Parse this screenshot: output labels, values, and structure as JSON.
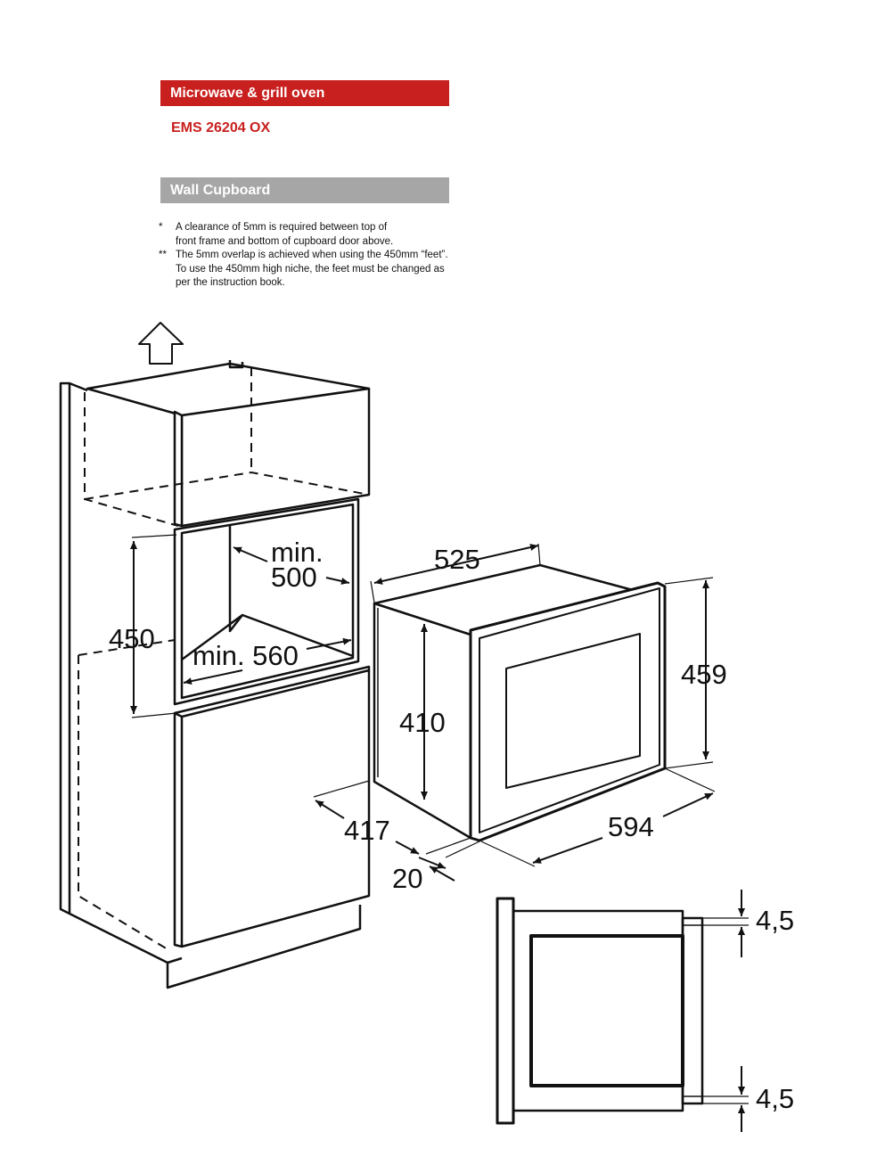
{
  "header": {
    "title": "Microwave & grill oven",
    "model": "EMS 26204 OX",
    "section": "Wall Cupboard"
  },
  "notes": [
    {
      "mark": "*",
      "lines": [
        "A clearance of 5mm is required between top of",
        "front frame and bottom of cupboard door above."
      ]
    },
    {
      "mark": "**",
      "lines": [
        "The 5mm overlap is achieved when using the 450mm “feet”.",
        "To use the 450mm high niche, the feet must be changed as",
        "per the instruction book."
      ]
    }
  ],
  "dimensions": {
    "niche_height": "450",
    "niche_depth": "min. 500",
    "niche_depth_line1": "min.",
    "niche_depth_line2": "500",
    "niche_width": "min. 560",
    "cabinet_depth": "417",
    "frame_offset": "20",
    "oven_depth": "525",
    "oven_body_height": "410",
    "oven_frame_height": "459",
    "oven_width": "594",
    "overlap_top": "4,5",
    "overlap_bottom": "4,5"
  },
  "colors": {
    "accent_red": "#c8201e",
    "section_gray": "#a6a6a6",
    "line": "#111111"
  }
}
